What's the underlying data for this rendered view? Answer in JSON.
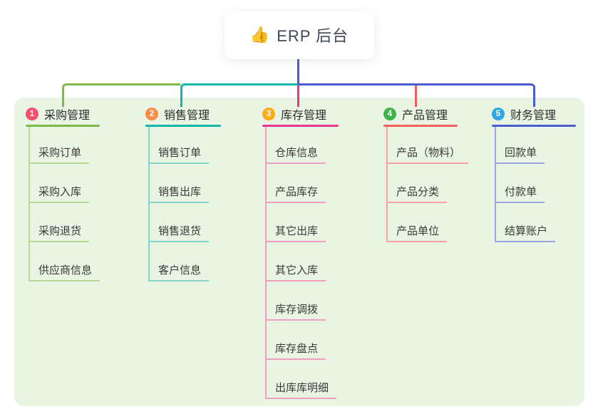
{
  "root": {
    "icon": "👍",
    "icon_name": "thumbs-up-icon",
    "label": "ERP 后台"
  },
  "colors": {
    "page_bg": "#ffffff",
    "panel_bg": "#e9f5e2",
    "root_line": "#4a5ccf",
    "root_text": "#3e4757",
    "header_text": "#2d2d2d",
    "child_text": "#3a3a3a"
  },
  "branches": [
    {
      "badge": "1",
      "badge_color": "#f4506e",
      "line_color": "#7fba49",
      "child_line_color": "#b7db94",
      "label": "采购管理",
      "children": [
        "采购订单",
        "采购入库",
        "采购退货",
        "供应商信息"
      ]
    },
    {
      "badge": "2",
      "badge_color": "#fa8c49",
      "line_color": "#12b7a7",
      "child_line_color": "#86d5cb",
      "label": "销售管理",
      "children": [
        "销售订单",
        "销售出库",
        "销售退货",
        "客户信息"
      ]
    },
    {
      "badge": "3",
      "badge_color": "#fbad18",
      "line_color": "#e1398f",
      "child_line_color": "#f19dc4",
      "label": "库存管理",
      "children": [
        "仓库信息",
        "产品库存",
        "其它出库",
        "其它入库",
        "库存调拨",
        "库存盘点",
        "出库库明细"
      ]
    },
    {
      "badge": "4",
      "badge_color": "#3eb44a",
      "line_color": "#f15f5f",
      "child_line_color": "#f5a3a3",
      "label": "产品管理",
      "children": [
        "产品（物料）",
        "产品分类",
        "产品单位"
      ]
    },
    {
      "badge": "5",
      "badge_color": "#2fa7e4",
      "line_color": "#4a5ccf",
      "child_line_color": "#99a8e2",
      "label": "财务管理",
      "children": [
        "回款单",
        "付款单",
        "结算账户"
      ]
    }
  ]
}
